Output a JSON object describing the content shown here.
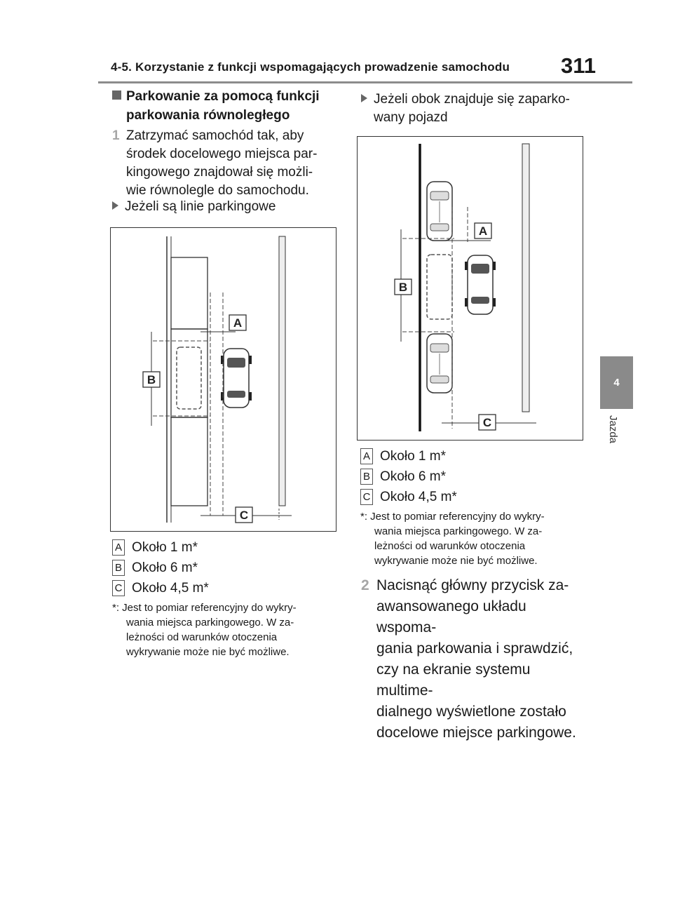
{
  "header": {
    "title": "4-5. Korzystanie z funkcji wspomagających prowadzenie samochodu",
    "page_number": "311"
  },
  "side_tab": {
    "number": "4",
    "label": "Jazda"
  },
  "section": {
    "title_line1": "Parkowanie za pomocą funkcji",
    "title_line2": "parkowania równoległego"
  },
  "step1": {
    "number": "1",
    "line1": "Zatrzymać samochód tak, aby",
    "line2": "środek docelowego miejsca par-",
    "line3": "kingowego znajdował się możli-",
    "line4": "wie równolegle do samochodu."
  },
  "case_lines": {
    "text": "Jeżeli są linie parkingowe"
  },
  "case_car": {
    "line1": "Jeżeli obok znajduje się zaparko-",
    "line2": "wany pojazd"
  },
  "diagram_labels": {
    "a": "A",
    "b": "B",
    "c": "C"
  },
  "legend": [
    {
      "key": "A",
      "text": "Około 1 m*"
    },
    {
      "key": "B",
      "text": "Około 6 m*"
    },
    {
      "key": "C",
      "text": "Około 4,5 m*"
    }
  ],
  "note": {
    "line1": "*: Jest to pomiar referencyjny do wykry-",
    "line2": "wania miejsca parkingowego. W za-",
    "line3": "leżności od warunków otoczenia",
    "line4": "wykrywanie może nie być możliwe."
  },
  "step2": {
    "number": "2",
    "line1": "Nacisnąć główny przycisk za-",
    "line2": "awansowanego układu wspoma-",
    "line3": "gania parkowania i sprawdzić,",
    "line4": "czy na ekranie systemu multime-",
    "line5": "dialnego wyświetlone zostało",
    "line6": "docelowe miejsce parkingowe."
  }
}
